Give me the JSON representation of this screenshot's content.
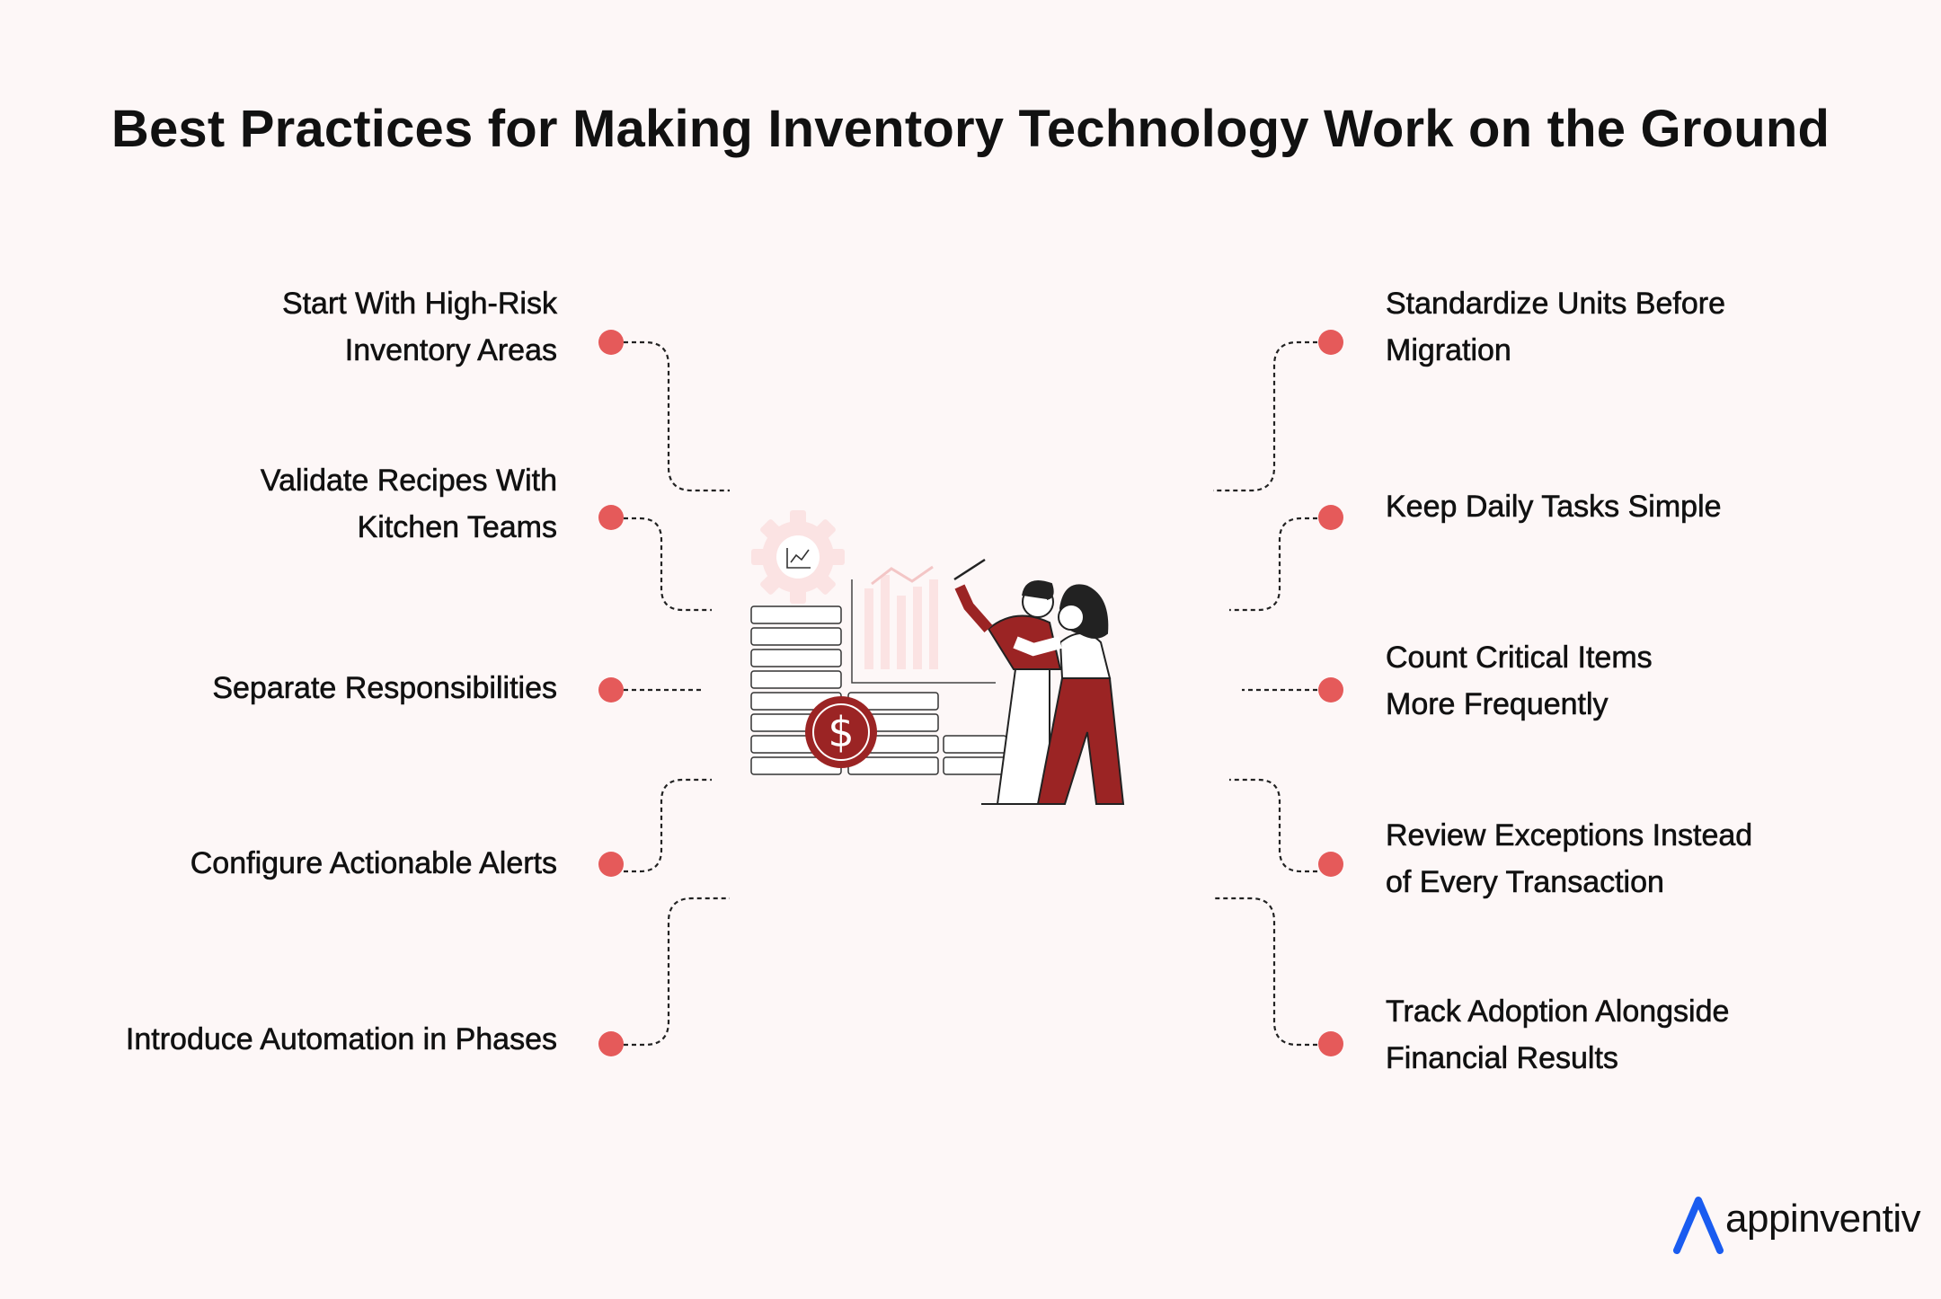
{
  "title": "Best Practices for Making Inventory Technology Work on the Ground",
  "left_items": [
    {
      "lines": [
        "Start With High-Risk",
        "Inventory Areas"
      ]
    },
    {
      "lines": [
        "Validate Recipes With",
        "Kitchen Teams"
      ]
    },
    {
      "lines": [
        "Separate Responsibilities"
      ]
    },
    {
      "lines": [
        "Configure Actionable Alerts"
      ]
    },
    {
      "lines": [
        "Introduce Automation in Phases"
      ]
    }
  ],
  "right_items": [
    {
      "lines": [
        "Standardize Units Before",
        "Migration"
      ]
    },
    {
      "lines": [
        "Keep Daily Tasks Simple"
      ]
    },
    {
      "lines": [
        "Count Critical Items",
        "More Frequently"
      ]
    },
    {
      "lines": [
        "Review Exceptions Instead",
        "of Every Transaction"
      ]
    },
    {
      "lines": [
        "Track Adoption Alongside",
        "Financial Results"
      ]
    }
  ],
  "brand": {
    "name": "appinventiv"
  },
  "colors": {
    "accent": "#e55a5a",
    "figure_red": "#9b2424",
    "background": "#fdf7f7"
  },
  "icons": [
    "gear-chart-icon",
    "dollar-coin-icon",
    "bar-chart-icon"
  ]
}
